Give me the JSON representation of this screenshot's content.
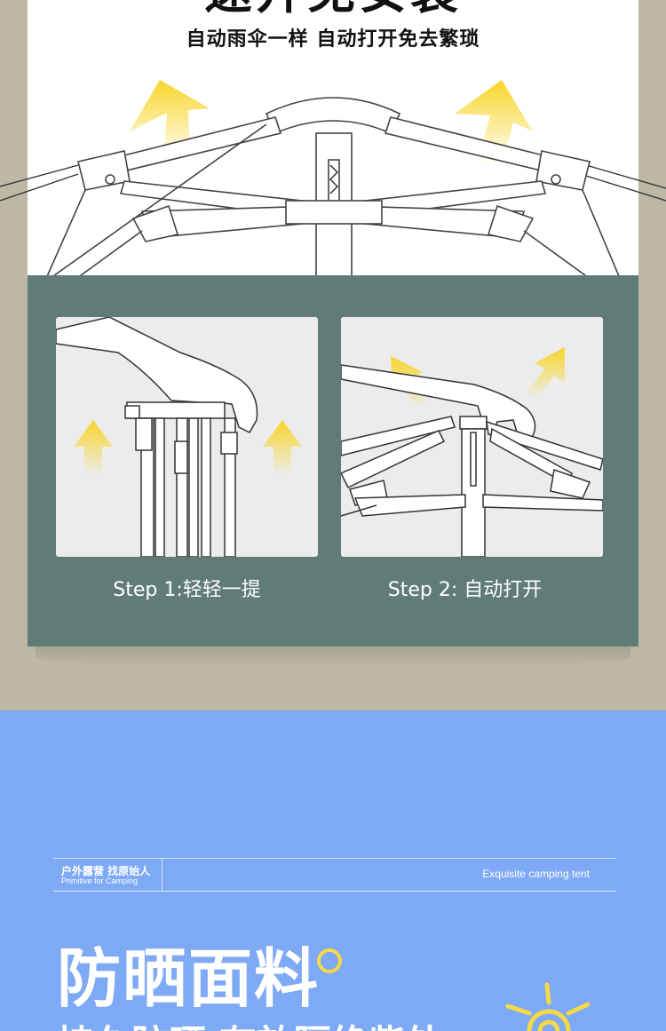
{
  "top": {
    "heading": "速开免安装",
    "subheading": "自动雨伞一样 自动打开免去繁琐"
  },
  "steps": [
    {
      "label": "Step 1:轻轻一提"
    },
    {
      "label": "Step 2: 自动打开"
    }
  ],
  "feature": {
    "brand_cn": "户外露营 找原始人",
    "brand_en": "Primitive for Camping",
    "tagline": "Exquisite camping tent",
    "title": "防晒面料",
    "subtitle": "持久防晒 有效隔绝紫外线"
  },
  "colors": {
    "beige_bg": "#bdb8a5",
    "panel_green": "#617b79",
    "blue_bg": "#7ea9f4",
    "arrow_yellow": "#f9d52a",
    "accent_yellow": "#f5d94a"
  }
}
